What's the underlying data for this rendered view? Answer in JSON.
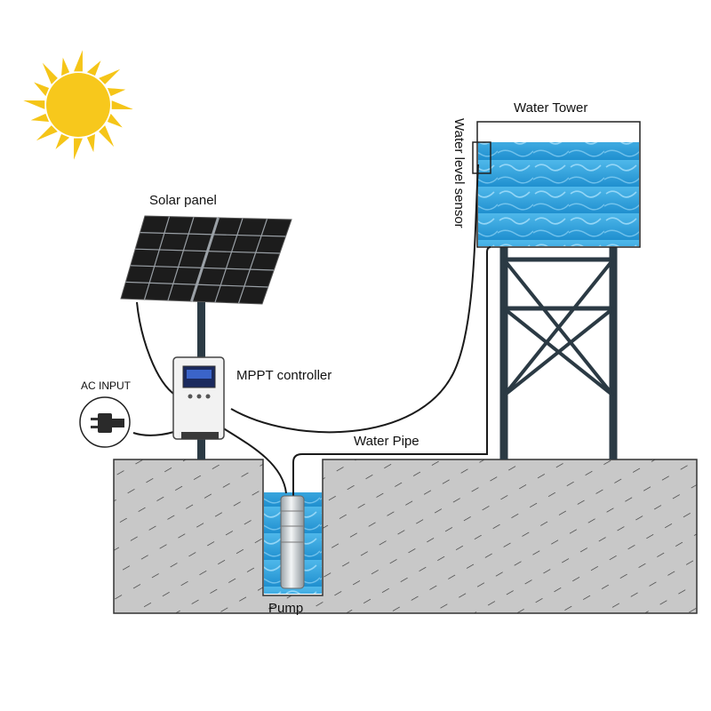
{
  "labels": {
    "solar_panel": "Solar panel",
    "mppt_controller": "MPPT controller",
    "ac_input": "AC INPUT",
    "water_pipe": "Water Pipe",
    "water_tower": "Water Tower",
    "water_level_sensor": "Water level sensor",
    "pump": "Pump"
  },
  "colors": {
    "sun": "#f5c518",
    "ground": "#c8c8c8",
    "water": "#3aa7e0",
    "tower_steel": "#2b3a44",
    "panel": "#1c1c1c",
    "pipe": "#222222"
  },
  "icons": [
    "sun-icon",
    "solar-panel-icon",
    "controller-icon",
    "plug-icon",
    "pump-icon",
    "tower-icon"
  ]
}
